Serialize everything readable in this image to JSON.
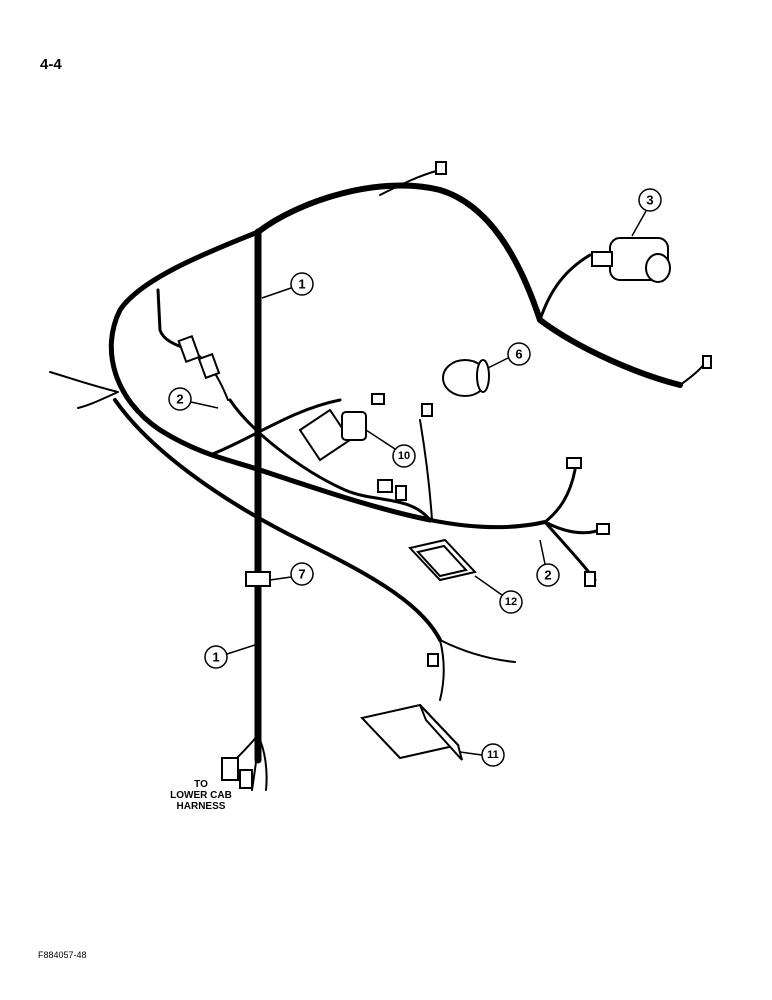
{
  "page_number": "4-4",
  "figure_code": "F884057-48",
  "note_lines": [
    "TO",
    "LOWER CAB",
    "HARNESS"
  ],
  "callouts": [
    "1",
    "2",
    "3",
    "6",
    "10",
    "7",
    "2",
    "12",
    "1",
    "11"
  ]
}
